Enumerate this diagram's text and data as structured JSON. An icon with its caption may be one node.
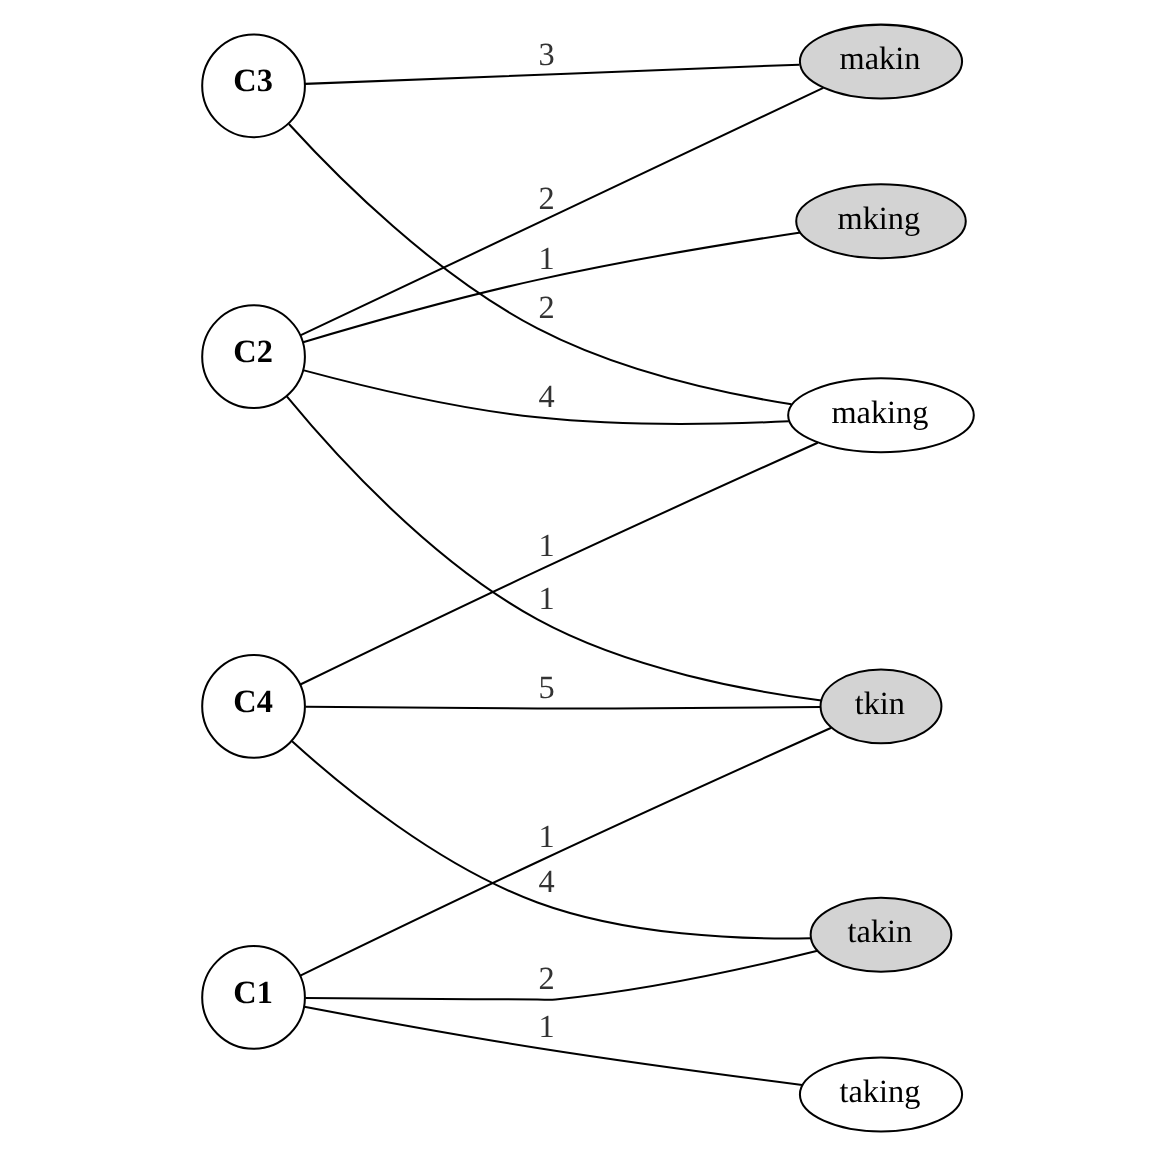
{
  "diagram": {
    "nodes": [
      {
        "text": [
          "C3"
        ]
      },
      {
        "text": [
          "C2"
        ]
      },
      {
        "text": [
          "C4"
        ]
      },
      {
        "text": [
          "C1"
        ]
      },
      {
        "text": [
          "makin"
        ]
      },
      {
        "text": [
          "mking"
        ]
      },
      {
        "text": [
          "making"
        ]
      },
      {
        "text": [
          "tkin"
        ]
      },
      {
        "text": [
          "takin"
        ]
      },
      {
        "text": [
          "taking"
        ]
      }
    ],
    "edges": [
      {
        "from": 0,
        "to": 4,
        "arrow": "none",
        "label": "3"
      },
      {
        "from": 0,
        "to": 6,
        "arrow": "none",
        "label": "2"
      },
      {
        "from": 1,
        "to": 4,
        "arrow": "none",
        "label": "2"
      },
      {
        "from": 1,
        "to": 5,
        "arrow": "none",
        "label": "1"
      },
      {
        "from": 1,
        "to": 6,
        "arrow": "none",
        "label": "4"
      },
      {
        "from": 1,
        "to": 7,
        "arrow": "none",
        "label": "1"
      },
      {
        "from": 2,
        "to": 6,
        "arrow": "none",
        "label": "1"
      },
      {
        "from": 2,
        "to": 7,
        "arrow": "none",
        "label": "5"
      },
      {
        "from": 2,
        "to": 8,
        "arrow": "none",
        "label": "4"
      },
      {
        "from": 3,
        "to": 7,
        "arrow": "none",
        "label": "1"
      },
      {
        "from": 3,
        "to": 8,
        "arrow": "none",
        "label": "2"
      },
      {
        "from": 3,
        "to": 9,
        "arrow": "none",
        "label": "1"
      }
    ]
  }
}
